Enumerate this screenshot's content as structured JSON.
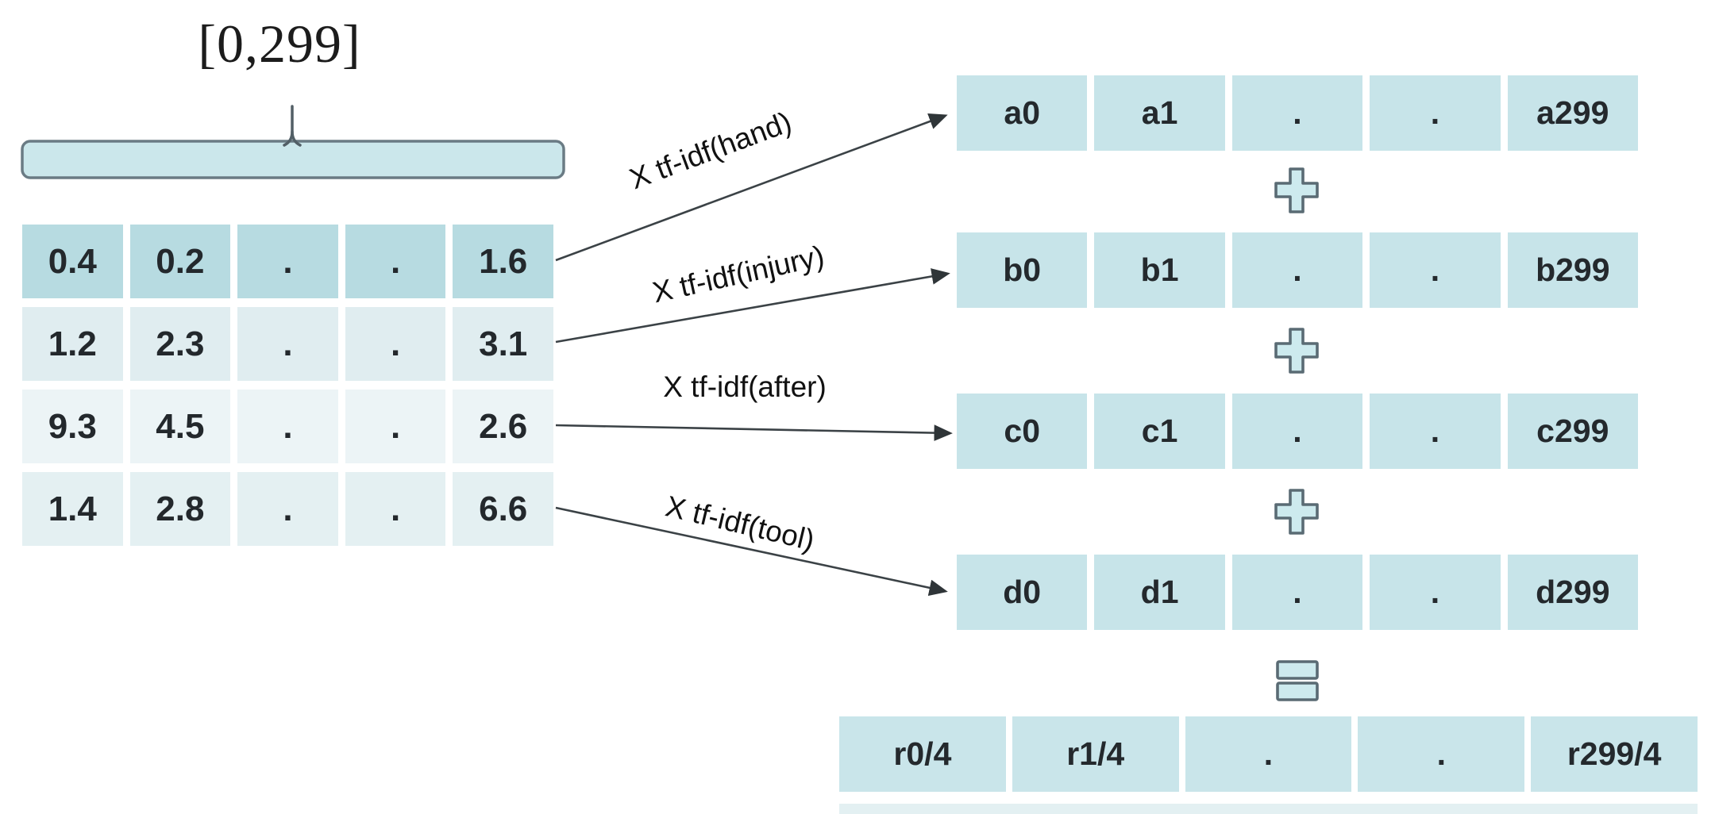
{
  "header": {
    "range_label": "[0,299]"
  },
  "matrix": {
    "rows": [
      {
        "cells": [
          "0.4",
          "0.2",
          ".",
          ".",
          "1.6"
        ]
      },
      {
        "cells": [
          "1.2",
          "2.3",
          ".",
          ".",
          "3.1"
        ]
      },
      {
        "cells": [
          "9.3",
          "4.5",
          ".",
          ".",
          "2.6"
        ]
      },
      {
        "cells": [
          "1.4",
          "2.8",
          ".",
          ".",
          "6.6"
        ]
      }
    ]
  },
  "multipliers": [
    {
      "label": "X tf-idf(hand)"
    },
    {
      "label": "X tf-idf(injury)"
    },
    {
      "label": "X tf-idf(after)"
    },
    {
      "label": "X tf-idf(tool)"
    }
  ],
  "vectors": [
    {
      "cells": [
        "a0",
        "a1",
        ".",
        ".",
        "a299"
      ]
    },
    {
      "cells": [
        "b0",
        "b1",
        ".",
        ".",
        "b299"
      ]
    },
    {
      "cells": [
        "c0",
        "c1",
        ".",
        ".",
        "c299"
      ]
    },
    {
      "cells": [
        "d0",
        "d1",
        ".",
        ".",
        "d299"
      ]
    }
  ],
  "operators": {
    "plus": "+",
    "equals": "="
  },
  "result": {
    "cells": [
      "r0/4",
      "r1/4",
      ".",
      ".",
      "r299/4"
    ]
  },
  "colors": {
    "cell_teal": "#c7e4e9",
    "matrix_highlight_row": "#b7dbe1",
    "matrix_light_row": "#e6f1f3",
    "icon_fill": "#cdeaee",
    "icon_stroke": "#5a6b74",
    "arrow": "#3b4246",
    "text": "#24292d"
  }
}
